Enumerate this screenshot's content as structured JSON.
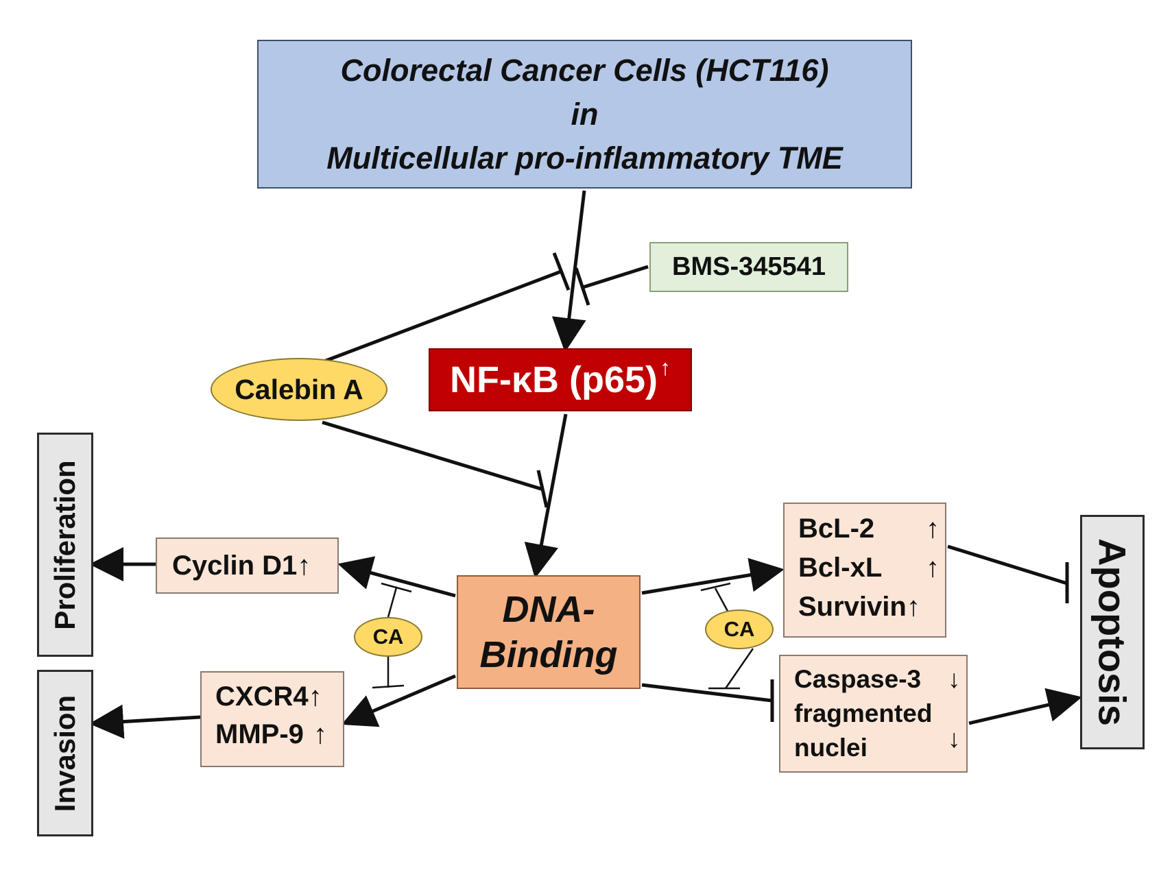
{
  "nodes": {
    "top_box": {
      "line1": "Colorectal Cancer Cells (HCT116)",
      "line2": "in",
      "line3": "Multicellular pro-inflammatory TME"
    },
    "bms": "BMS-345541",
    "nfkb": {
      "label": "NF-κB (p65)",
      "arrow": "↑"
    },
    "calebin": "Calebin A",
    "dna": {
      "line1": "DNA-",
      "line2": "Binding"
    },
    "ca_label": "CA",
    "cyclin": {
      "label": "Cyclin D1",
      "arrow": "↑"
    },
    "invasion_markers": [
      {
        "label": "CXCR4",
        "arrow": "↑"
      },
      {
        "label": "MMP-9",
        "arrow": "↑"
      }
    ],
    "survival_markers": [
      {
        "label": "BcL-2",
        "arrow": "↑"
      },
      {
        "label": "Bcl-xL",
        "arrow": "↑"
      },
      {
        "label": "Survivin",
        "arrow": "↑"
      }
    ],
    "apoptosis_markers": {
      "line1": "Caspase-3",
      "arrow1": "↓",
      "line2": "fragmented",
      "line3": "nuclei",
      "arrow2": "↓"
    },
    "outcomes": {
      "proliferation": "Proliferation",
      "invasion": "Invasion",
      "apoptosis": "Apoptosis"
    }
  },
  "colors": {
    "top_box": "#b4c7e7",
    "bms_box": "#e2efda",
    "nfkb_box": "#c00000",
    "calebin": "#ffd966",
    "dna_box": "#f4b183",
    "marker_box": "#fbe5d6",
    "outcome_box": "#e6e6e6"
  }
}
